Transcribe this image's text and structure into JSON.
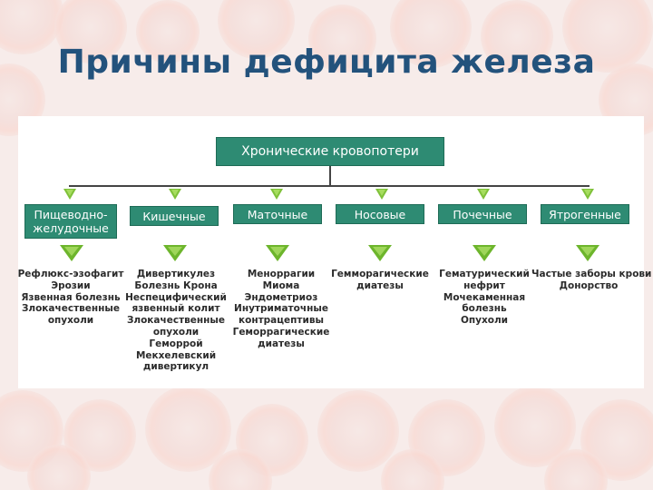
{
  "title": "Причины дефицита железа",
  "root": "Хронические кровопотери",
  "categories": [
    {
      "label_lines": [
        "Пищеводно-",
        "желудочные"
      ],
      "items": [
        "Рефлюкс-эзофагит",
        "Эрозии",
        "Язвенная болезнь",
        "Злокачественные",
        "опухоли"
      ]
    },
    {
      "label_lines": [
        "Кишечные"
      ],
      "items": [
        "Дивертикулез",
        "Болезнь Крона",
        "Неспецифический",
        "язвенный колит",
        "Злокачественные",
        "опухоли",
        "Геморрой",
        "Мекхелевский",
        "дивертикул"
      ]
    },
    {
      "label_lines": [
        "Маточные"
      ],
      "items": [
        "Меноррагии",
        "Миома",
        "Эндометриоз",
        "Инутриматочные",
        "контрацептивы",
        "Геморрагические",
        "диатезы"
      ]
    },
    {
      "label_lines": [
        "Носовые"
      ],
      "items": [
        "Гемморагические",
        "диатезы"
      ]
    },
    {
      "label_lines": [
        "Почечные"
      ],
      "items": [
        "Гематурический",
        "нефрит",
        "Мочекаменная",
        "болезнь",
        "Опухоли"
      ]
    },
    {
      "label_lines": [
        "Ятрогенные"
      ],
      "items": [
        "Частые заборы крови",
        "Донорство"
      ]
    }
  ],
  "colors": {
    "box": "#2e8b73",
    "title": "#23527c",
    "arrow": "#7fc13a"
  }
}
